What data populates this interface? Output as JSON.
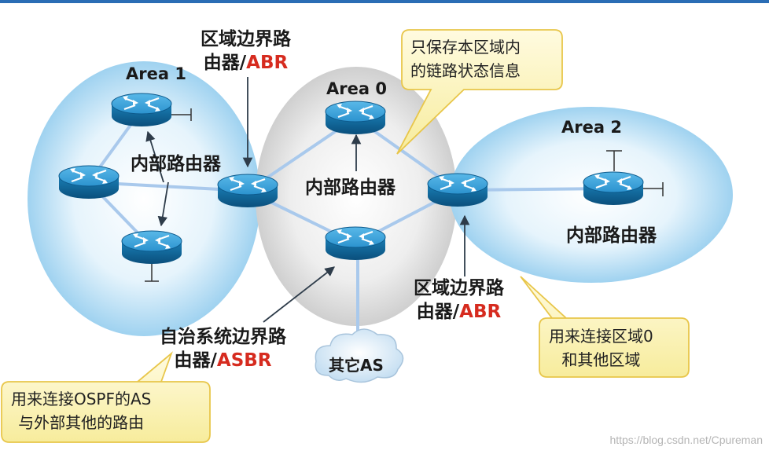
{
  "areas": {
    "area1": "Area 1",
    "area0": "Area 0",
    "area2": "Area 2"
  },
  "labels": {
    "abr_top_line1": "区域边界路",
    "abr_top_line2": "由器/",
    "abr_top_suffix": "ABR",
    "internal_area1": "内部路由器",
    "internal_area0": "内部路由器",
    "internal_area2": "内部路由器",
    "abr_bottom_line1": "区域边界路",
    "abr_bottom_line2": "由器/",
    "abr_bottom_suffix": "ABR",
    "asbr_line1": "自治系统边界路",
    "asbr_line2": "由器/",
    "asbr_suffix": "ASBR",
    "other_as": "其它AS"
  },
  "callouts": {
    "top_line1": "只保存本区域内",
    "top_line2": "的链路状态信息",
    "right_line1": "用来连接区域0",
    "right_line2": "和其他区域",
    "left_line1": "用来连接OSPF的AS",
    "left_line2": "与外部其他的路由"
  },
  "watermark": "https://blog.csdn.net/Cpureman",
  "colors": {
    "area_fill": "#c9e6f7",
    "area0_fill": "#e2e2e2",
    "router": "#1f8fc8",
    "link": "#a9c9ec",
    "callout_fill": "#fbf4b9",
    "callout_stroke": "#e8c64a",
    "accent_red": "#d62b1f"
  }
}
